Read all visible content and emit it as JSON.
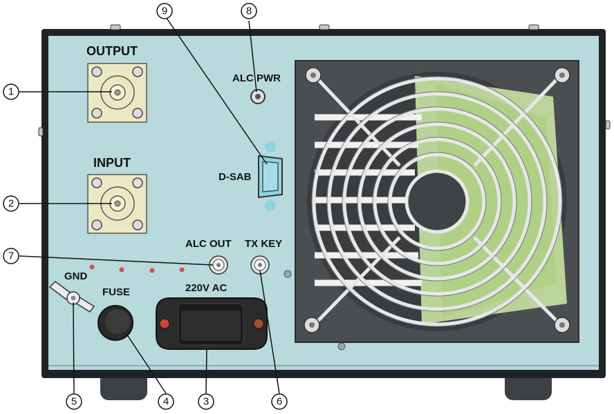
{
  "panel": {
    "colors": {
      "panel": "#b9dadd",
      "frame": "#202628",
      "fan_plate": "#4a4e51",
      "grill": "#e7e7e7",
      "inner_green": "#c9e3a3"
    }
  },
  "labels": {
    "output": "OUTPUT",
    "input": "INPUT",
    "alc_pwr": "ALC PWR",
    "d_sab": "D-SAB",
    "alc_out": "ALC OUT",
    "tx_key": "TX KEY",
    "gnd": "GND",
    "fuse": "FUSE",
    "ac": "220V AC"
  },
  "callouts": [
    "1",
    "2",
    "3",
    "4",
    "5",
    "6",
    "7",
    "8",
    "9"
  ]
}
